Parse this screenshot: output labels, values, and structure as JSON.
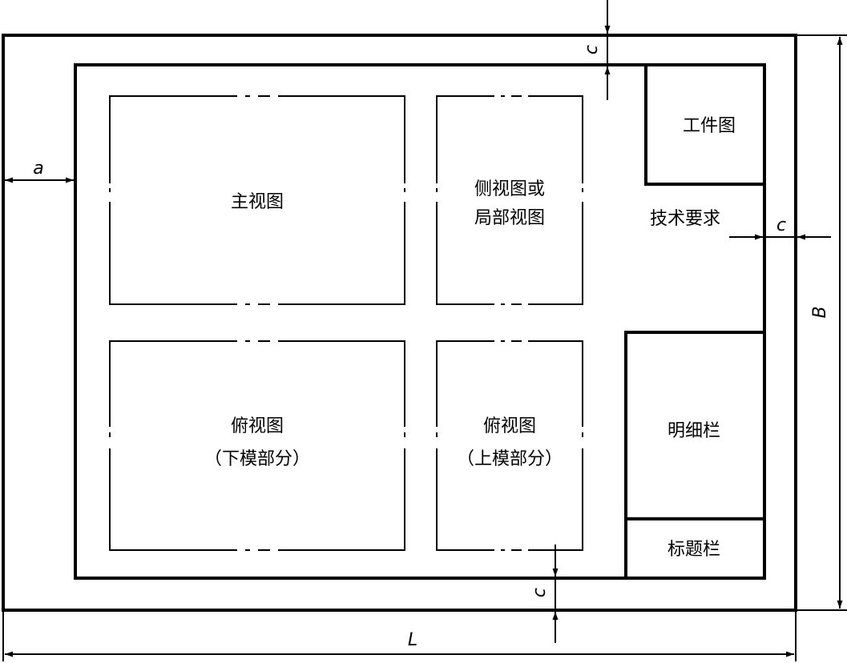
{
  "views": {
    "main": "主视图",
    "side_line1": "侧视图或",
    "side_line2": "局部视图",
    "top_lower_line1": "俯视图",
    "top_lower_line2": "（下模部分）",
    "top_upper_line1": "俯视图",
    "top_upper_line2": "（上模部分）"
  },
  "blocks": {
    "workpiece": "工件图",
    "tech_requirements": "技术要求",
    "parts_list": "明细栏",
    "title_block": "标题栏"
  },
  "dimensions": {
    "a": "a",
    "c_top": "c",
    "c_right": "c",
    "c_bottom": "c",
    "B": "B",
    "L": "L"
  }
}
